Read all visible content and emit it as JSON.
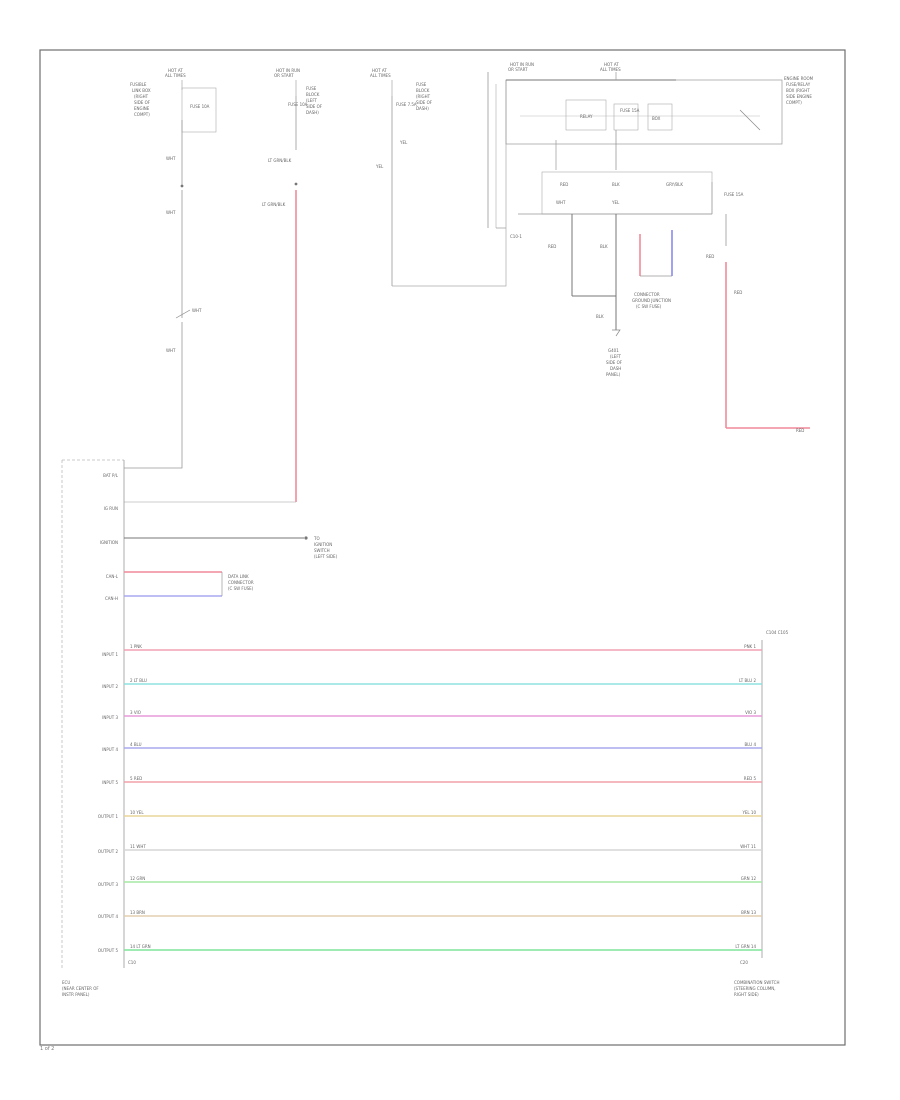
{
  "diagram": {
    "footer_label": "1 of 2",
    "left_module": {
      "name_lines": [
        "ECU",
        "(NEAR CENTER OF",
        "INSTR PANEL)"
      ],
      "pins": [
        "BAT P/L",
        "IG RUN",
        "IGNITION",
        "CAN-L",
        "CAN-H",
        "INPUT 1",
        "INPUT 2",
        "INPUT 3",
        "INPUT 4",
        "INPUT 5",
        "OUTPUT 1",
        "OUTPUT 2",
        "OUTPUT 3",
        "OUTPUT 4",
        "OUTPUT 5"
      ],
      "bottom_conn": "C10"
    },
    "right_module": {
      "name_lines": [
        "COMBINATION SWITCH",
        "(STEERING COLUMN,",
        "RIGHT SIDE)"
      ],
      "header": "C104 C105",
      "bottom_conn": "C20"
    },
    "signal_wires": [
      {
        "pin": "1",
        "wire": "PNK",
        "color": "#f2a0b4"
      },
      {
        "pin": "2",
        "wire": "LT BLU",
        "color": "#8fe0e0"
      },
      {
        "pin": "3",
        "wire": "VIO",
        "color": "#e79ad8"
      },
      {
        "pin": "4",
        "wire": "BLU",
        "color": "#a9a9ef"
      },
      {
        "pin": "5",
        "wire": "RED",
        "color": "#f0a0a8"
      },
      {
        "pin": "10",
        "wire": "YEL",
        "color": "#e9d69a"
      },
      {
        "pin": "11",
        "wire": "WHT",
        "color": "#d6d6d6"
      },
      {
        "pin": "12",
        "wire": "GRN",
        "color": "#a6e8a6"
      },
      {
        "pin": "13",
        "wire": "BRN",
        "color": "#e2cfb0"
      },
      {
        "pin": "14",
        "wire": "LT GRN",
        "color": "#7fe69b"
      }
    ],
    "power_top": [
      {
        "head": [
          "HOT AT",
          "ALL TIMES"
        ],
        "desc": [
          "FUSIBLE",
          "LINK BOX",
          "(RIGHT",
          "SIDE OF",
          "ENGINE",
          "COMPT)"
        ],
        "fuse": "FUSE 10A",
        "wire": "WHT"
      },
      {
        "head": [
          "HOT IN RUN",
          "OR START"
        ],
        "desc": [
          "FUSE",
          "BLOCK",
          "(LEFT",
          "SIDE OF",
          "DASH)"
        ],
        "fuse": "FUSE 10A",
        "wire": "LT GRN/BLK"
      },
      {
        "head": [
          "HOT AT",
          "ALL TIMES"
        ],
        "desc": [
          "FUSE",
          "BLOCK",
          "(RIGHT",
          "SIDE OF",
          "DASH)"
        ],
        "fuse": "FUSE 7.5A",
        "wire": "YEL"
      }
    ],
    "right_top": {
      "head_a": [
        "HOT IN RUN",
        "OR START"
      ],
      "head_b": [
        "HOT AT",
        "ALL TIMES"
      ],
      "relay_label": [
        "RELAY",
        "BOX"
      ],
      "box_label": [
        "ENGINE ROOM",
        "FUSE/RELAY",
        "BOX (RIGHT",
        "SIDE ENGINE",
        "COMPT)"
      ],
      "fuse": "FUSE 15A",
      "conn": "C10-1"
    },
    "connector_labels": [
      "CONNECTOR",
      "GROUND JUNCTION",
      "(C SW FUSE)"
    ],
    "ground_labels": [
      "G401",
      "(LEFT",
      "SIDE OF",
      "DASH",
      "PANEL)"
    ],
    "can_join_labels": [
      "DATA LINK",
      "CONNECTOR",
      "(C SW FUSE)"
    ],
    "ignition_dest": [
      "TO",
      "IGNITION",
      "SWITCH",
      "(LEFT SIDE)"
    ],
    "wire_labels": {
      "red": "RED",
      "blk": "BLK",
      "gry": "GRY/BLK",
      "wht": "WHT",
      "yel": "YEL"
    }
  }
}
